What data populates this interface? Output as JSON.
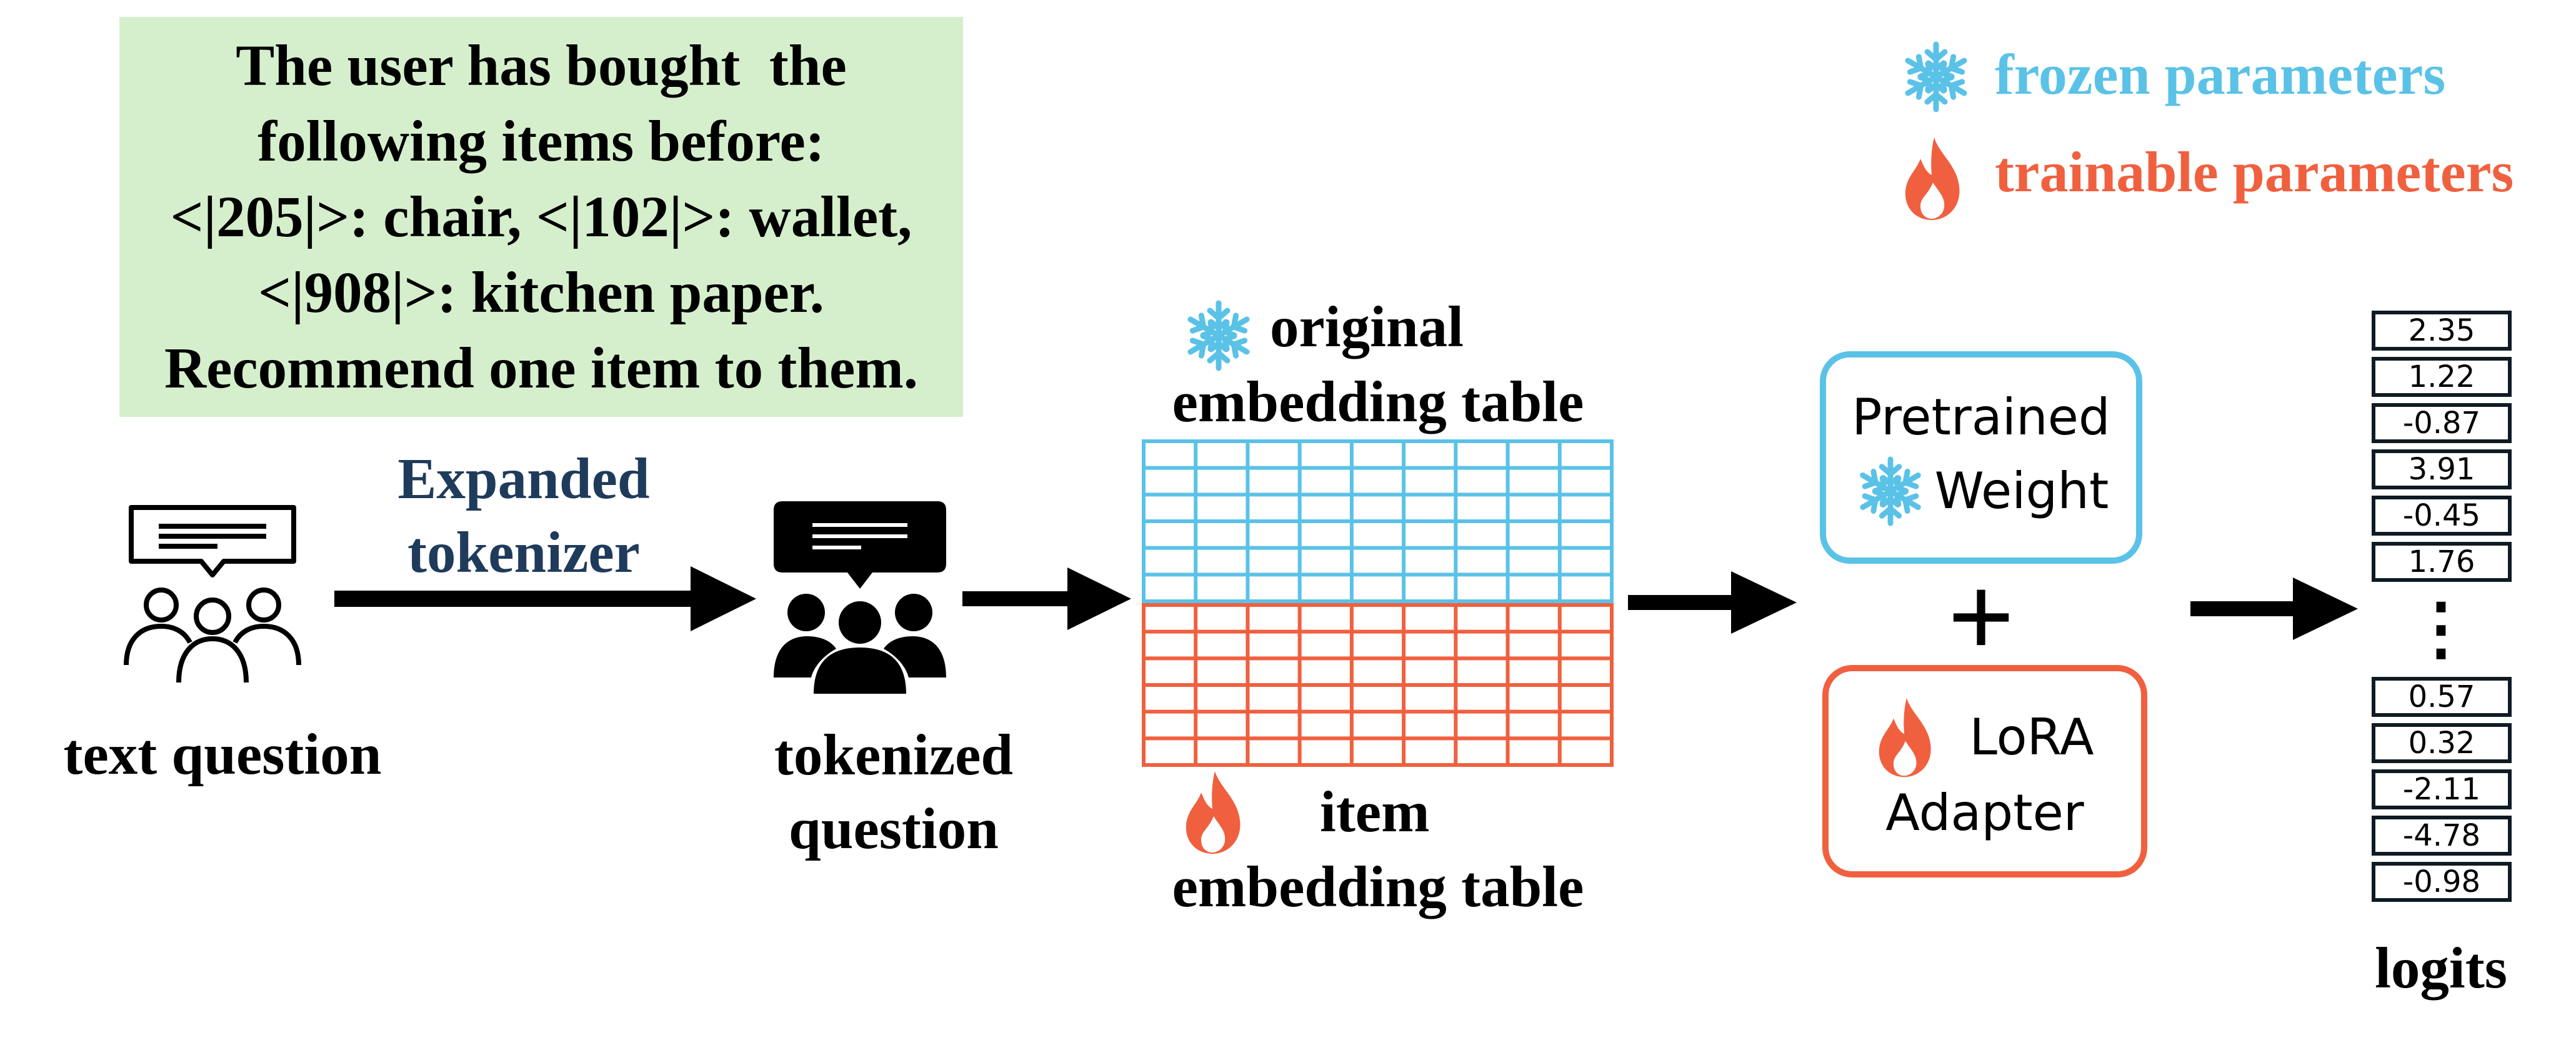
{
  "colors": {
    "frozen": "#5bc2e7",
    "trainable": "#f0603f",
    "expanded_tokenizer": "#1f3b5c",
    "prompt_bg": "#d5efcc",
    "cell_border": "#0e1b24"
  },
  "prompt": {
    "lines": [
      "The user has bought  the",
      "following items before:",
      "<|205|>: chair, <|102|>: wallet,",
      "<|908|>: kitchen paper.",
      "Recommend one item to them."
    ]
  },
  "legend": {
    "frozen": {
      "icon": "snowflake-icon",
      "label": "frozen parameters"
    },
    "trainable": {
      "icon": "flame-icon",
      "label": "trainable parameters"
    }
  },
  "nodes": {
    "text_question": {
      "icon": "user-group-speech-outline-icon",
      "label": "text question"
    },
    "tokenizer": {
      "label_lines": [
        "Expanded",
        "tokenizer"
      ]
    },
    "tokenized_question": {
      "icon": "user-group-speech-filled-icon",
      "label_lines": [
        "tokenized",
        "question"
      ]
    },
    "original_table": {
      "label_lines": [
        "original",
        "embedding table"
      ]
    },
    "item_table": {
      "label_lines": [
        "item",
        "embedding table"
      ]
    },
    "pretrained": {
      "label_lines": [
        "Pretrained",
        "Weight"
      ]
    },
    "plus": "+",
    "lora": {
      "label_lines": [
        "LoRA",
        "Adapter"
      ]
    },
    "logits": {
      "label": "logits",
      "top_values": [
        "2.35",
        "1.22",
        "-0.87",
        "3.91",
        "-0.45",
        "1.76"
      ],
      "ellipsis": "⋮",
      "bottom_values": [
        "0.57",
        "0.32",
        "-2.11",
        "-4.78",
        "-0.98"
      ]
    }
  }
}
